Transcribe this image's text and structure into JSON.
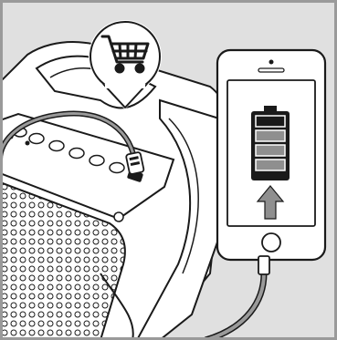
{
  "illustration": {
    "background_color": "#e0e0e0",
    "frame_color": "#9a9a9a",
    "line_color": "#1a1a1a",
    "speaker_fill": "#ffffff",
    "icons": {
      "callout": "shopping-cart-icon",
      "status": "battery-charging-icon",
      "direction": "arrow-up-icon",
      "connector": "usb-plug-icon"
    },
    "battery": {
      "charge_fraction": 0.75,
      "segments_total": 4,
      "segments_filled": 3,
      "segment_color": "#8f8f8f",
      "segment_empty_color": "#1a1a1a"
    },
    "arrow_color": "#8f8f8f"
  }
}
